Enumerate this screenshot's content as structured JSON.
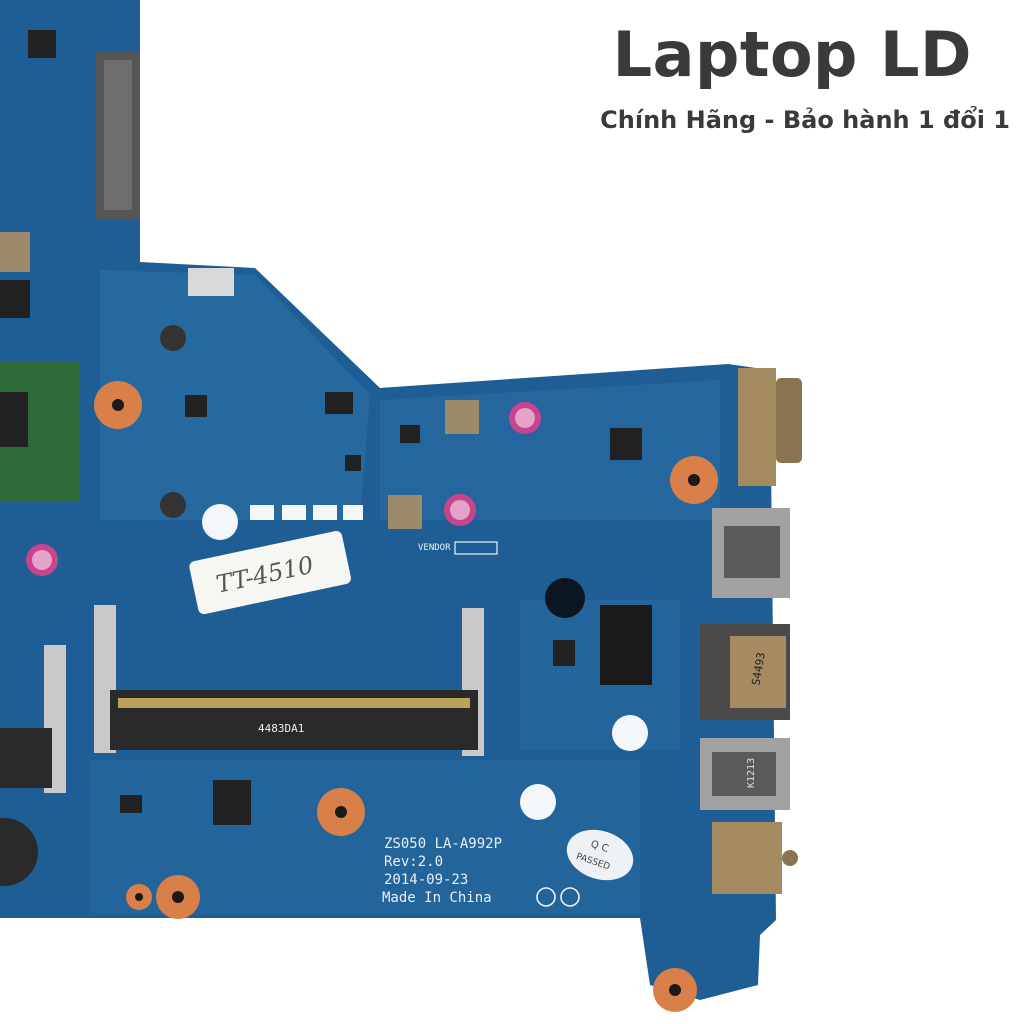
{
  "banner": {
    "brand": "Laptop LD",
    "tagline": "Chính Hãng - Bảo hành 1 đổi 1"
  },
  "board": {
    "model": "ZS050 LA-A992P",
    "revision": "Rev:2.0",
    "date": "2014-09-23",
    "origin": "Made In China",
    "qc_top": "Q C",
    "qc_bottom": "PASSED",
    "handwritten": "TT-4510",
    "vendor": "VENDOR",
    "dimm_code": "4483DA1",
    "jack_code": "S4493",
    "usb_code": "K1213",
    "pcb_color": "#1f5e94",
    "trace_color": "#2a72a8"
  }
}
